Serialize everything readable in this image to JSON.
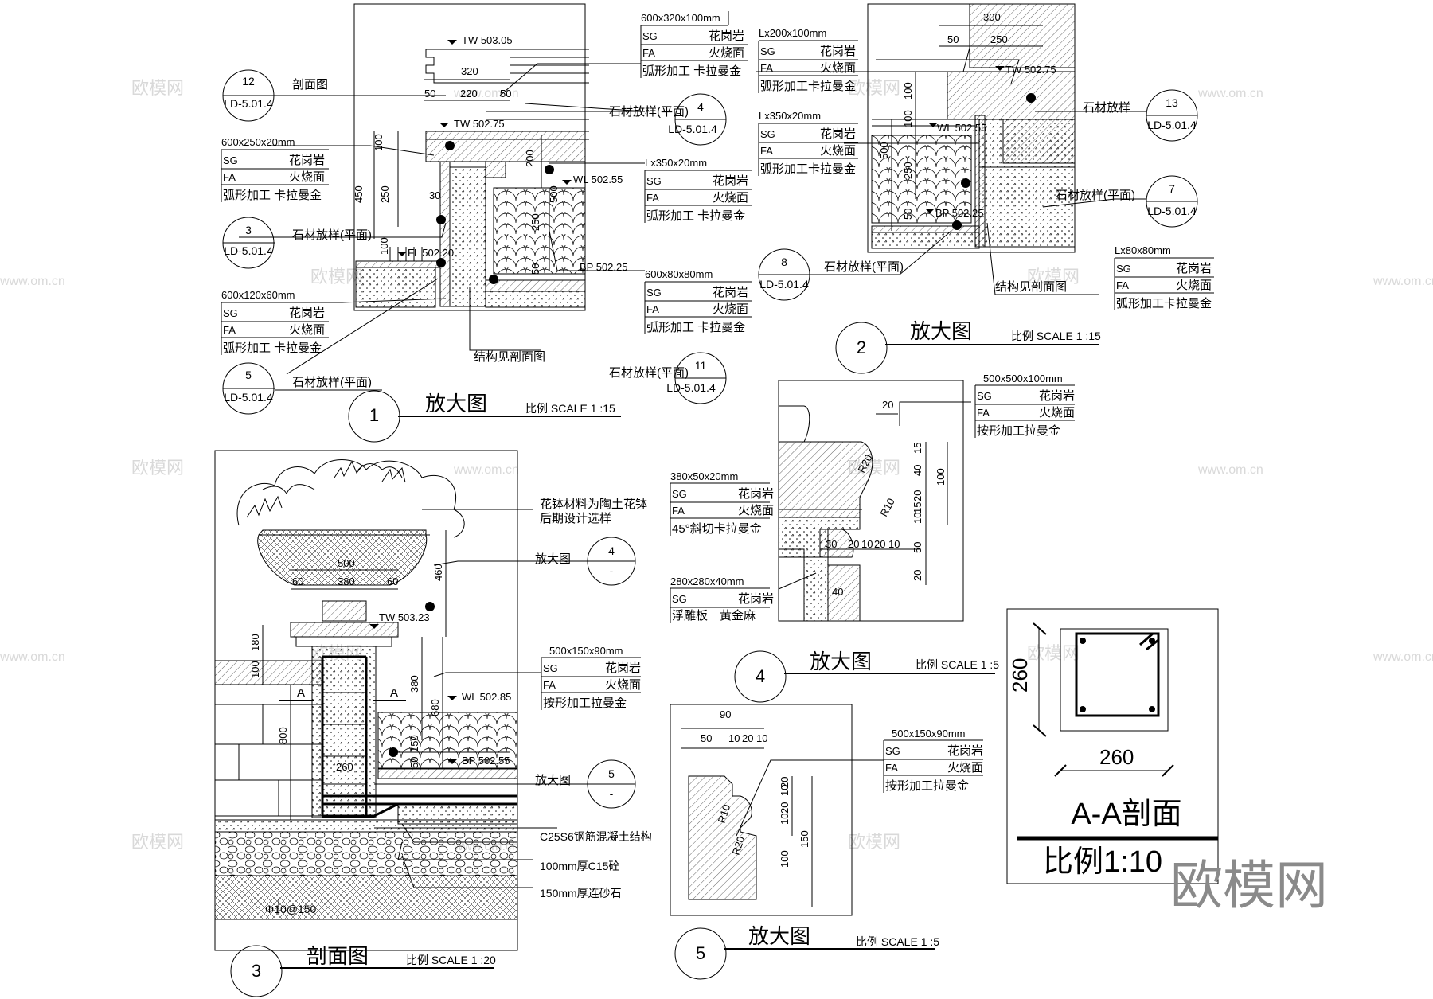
{
  "watermark": {
    "site": "www.om.cn",
    "name": "欧模网",
    "brand": "欧模网"
  },
  "detail1": {
    "title": "放大图",
    "number": "1",
    "scale": "比例 SCALE 1 :15",
    "levels": {
      "tw_top": "TW 503.05",
      "tw": "TW 502.75",
      "wl": "WL 502.55",
      "fl": "FL 502.20",
      "bp": "BP 502.25"
    },
    "dims": [
      "320",
      "50",
      "220",
      "50",
      "100",
      "200",
      "450",
      "250",
      "30",
      "500",
      "250",
      "100",
      "50"
    ],
    "note_struct": "结构见剖面图",
    "callouts": [
      {
        "no": "12",
        "ref": "LD-5.01.4",
        "label": "剖面图"
      },
      {
        "no": "3",
        "ref": "LD-5.01.4",
        "label": "石材放样(平面)"
      },
      {
        "no": "5",
        "ref": "LD-5.01.4",
        "label": "石材放样(平面)"
      },
      {
        "no": "4",
        "ref": "LD-5.01.4",
        "label": "石材放样(平面)"
      },
      {
        "no": "11",
        "ref": "LD-5.01.4",
        "label": "石材放样(平面)"
      }
    ],
    "specs": [
      {
        "size": "600x320x100mm",
        "r1a": "SG",
        "r1b": "花岗岩",
        "r2a": "FA",
        "r2b": "火烧面",
        "r3": "弧形加工  卡拉曼金"
      },
      {
        "size": "600x250x20mm",
        "r1a": "SG",
        "r1b": "花岗岩",
        "r2a": "FA",
        "r2b": "火烧面",
        "r3": "弧形加工  卡拉曼金"
      },
      {
        "size": "Lx350x20mm",
        "r1a": "SG",
        "r1b": "花岗岩",
        "r2a": "FA",
        "r2b": "火烧面",
        "r3": "弧形加工  卡拉曼金"
      },
      {
        "size": "600x120x60mm",
        "r1a": "SG",
        "r1b": "花岗岩",
        "r2a": "FA",
        "r2b": "火烧面",
        "r3": "弧形加工  卡拉曼金"
      },
      {
        "size": "600x80x80mm",
        "r1a": "SG",
        "r1b": "花岗岩",
        "r2a": "FA",
        "r2b": "火烧面",
        "r3": "弧形加工  卡拉曼金"
      }
    ]
  },
  "detail2": {
    "title": "放大图",
    "number": "2",
    "scale": "比例 SCALE 1 :15",
    "levels": {
      "tw": "TW 502.75",
      "wl": "WL 502.55",
      "bp": "BP 502.25"
    },
    "dims": [
      "300",
      "50",
      "250",
      "100",
      "100",
      "500",
      "250",
      "50"
    ],
    "note_struct": "结构见剖面图",
    "callouts": [
      {
        "no": "13",
        "ref": "LD-5.01.4",
        "label": "石材放样"
      },
      {
        "no": "7",
        "ref": "LD-5.01.4",
        "label": "石材放样(平面)"
      },
      {
        "no": "8",
        "ref": "LD-5.01.4",
        "label": "石材放样(平面)"
      }
    ],
    "specs": [
      {
        "size": "Lx200x100mm",
        "r1a": "SG",
        "r1b": "花岗岩",
        "r2a": "FA",
        "r2b": "火烧面",
        "r3": "弧形加工卡拉曼金"
      },
      {
        "size": "Lx350x20mm",
        "r1a": "SG",
        "r1b": "花岗岩",
        "r2a": "FA",
        "r2b": "火烧面",
        "r3": "弧形加工卡拉曼金"
      },
      {
        "size": "Lx80x80mm",
        "r1a": "SG",
        "r1b": "花岗岩",
        "r2a": "FA",
        "r2b": "火烧面",
        "r3": "弧形加工卡拉曼金"
      }
    ]
  },
  "detail3": {
    "title": "剖面图",
    "number": "3",
    "scale": "比例 SCALE 1 :20",
    "levels": {
      "tw": "TW 503.23",
      "wl": "WL 502.85",
      "bp": "BP 502.55"
    },
    "dims": [
      "500",
      "60",
      "380",
      "60",
      "460",
      "180",
      "100",
      "380",
      "680",
      "150",
      "50",
      "800",
      "260"
    ],
    "section_mark": "A",
    "rebar": "Φ10@150",
    "notes": [
      "花钵材料为陶土花钵",
      "后期设计选样",
      "C25S6钢筋混凝土结构",
      "100mm厚C15砼",
      "150mm厚连砂石"
    ],
    "refs": [
      {
        "label": "放大图",
        "no": "4",
        "ref": "-"
      },
      {
        "label": "放大图",
        "no": "5",
        "ref": "-"
      }
    ],
    "spec": {
      "size": "500x150x90mm",
      "r1a": "SG",
      "r1b": "花岗岩",
      "r2a": "FA",
      "r2b": "火烧面",
      "r3": "按形加工拉曼金"
    }
  },
  "detail4": {
    "title": "放大图",
    "number": "4",
    "scale": "比例 SCALE 1 :5",
    "dims": [
      "20",
      "15",
      "40",
      "100",
      "20",
      "15",
      "10",
      "50",
      "20",
      "30",
      "20",
      "10",
      "20",
      "10",
      "40"
    ],
    "radii": [
      "R20",
      "R10"
    ],
    "specs": [
      {
        "size": "500x500x100mm",
        "r1a": "SG",
        "r1b": "花岗岩",
        "r2a": "FA",
        "r2b": "火烧面",
        "r3": "按形加工拉曼金"
      },
      {
        "size": "380x50x20mm",
        "r1a": "SG",
        "r1b": "花岗岩",
        "r2a": "FA",
        "r2b": "火烧面",
        "r3": "45°斜切卡拉曼金"
      },
      {
        "size": "280x280x40mm",
        "r1a": "SG",
        "r1b": "花岗岩",
        "r2a": "浮雕板",
        "r2b": "黄金麻"
      }
    ]
  },
  "detail5": {
    "title": "放大图",
    "number": "5",
    "scale": "比例 SCALE 1 :5",
    "dims": [
      "90",
      "50",
      "10",
      "20",
      "10",
      "20",
      "10",
      "20",
      "10",
      "100",
      "150"
    ],
    "radii": [
      "R10",
      "R20"
    ],
    "spec": {
      "size": "500x150x90mm",
      "r1a": "SG",
      "r1b": "花岗岩",
      "r2a": "FA",
      "r2b": "火烧面",
      "r3": "按形加工拉曼金"
    }
  },
  "section_aa": {
    "title": "A-A剖面",
    "scale": "比例1:10",
    "width": "260",
    "height": "260"
  }
}
